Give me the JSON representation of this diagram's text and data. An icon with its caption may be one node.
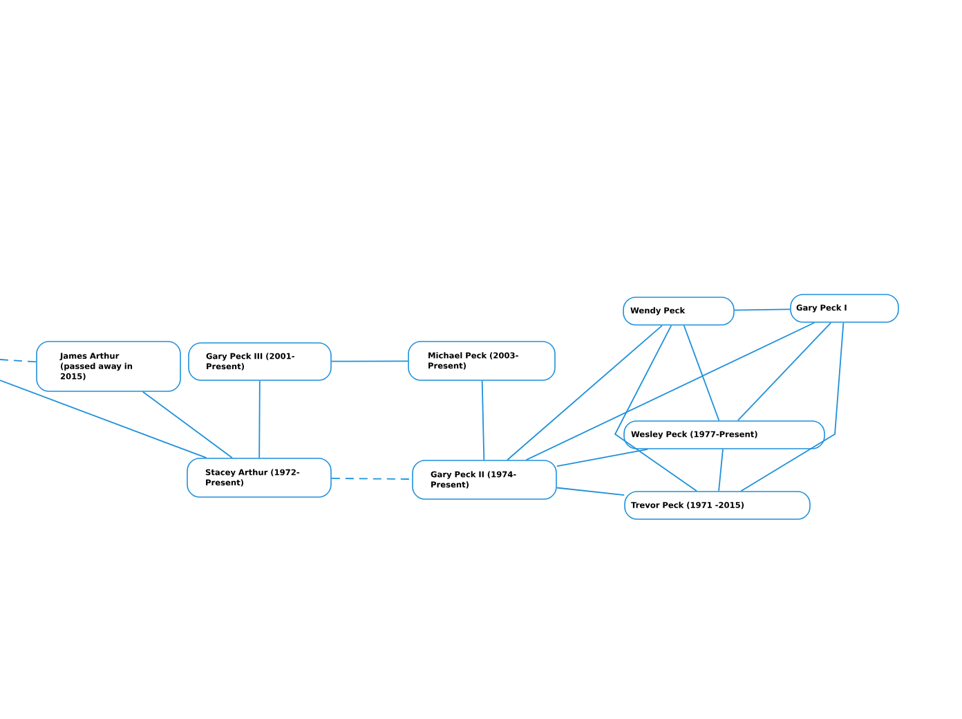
{
  "diagram": {
    "nodes": [
      {
        "text": [
          "James Arthur (passed away in 2015)"
        ]
      },
      {
        "text": [
          "Gary Peck III (2001-Present)"
        ]
      },
      {
        "text": [
          "Michael Peck (2003-Present)"
        ]
      },
      {
        "text": [
          "Stacey Arthur (1972-Present)"
        ]
      },
      {
        "text": [
          "Gary Peck II (1974-Present)"
        ]
      },
      {
        "text": [
          "Wendy Peck"
        ]
      },
      {
        "text": [
          "Gary Peck I"
        ]
      },
      {
        "text": [
          "Wesley Peck (1977-Present)"
        ]
      },
      {
        "text": [
          "Trevor Peck (1971 -2015)"
        ]
      }
    ],
    "edges": [
      {
        "from": null,
        "to": 0,
        "arrow": "none",
        "style": "dashed"
      },
      {
        "from": null,
        "to": 3,
        "arrow": "none"
      },
      {
        "from": 0,
        "to": 3,
        "arrow": "none"
      },
      {
        "from": 1,
        "to": 3,
        "arrow": "none"
      },
      {
        "from": 1,
        "to": 2,
        "arrow": "none"
      },
      {
        "from": 3,
        "to": 4,
        "arrow": "none",
        "style": "dashed"
      },
      {
        "from": 2,
        "to": 4,
        "arrow": "none"
      },
      {
        "from": 5,
        "to": 4,
        "arrow": "none"
      },
      {
        "from": 6,
        "to": 4,
        "arrow": "none"
      },
      {
        "from": 7,
        "to": 4,
        "arrow": "none"
      },
      {
        "from": 8,
        "to": 4,
        "arrow": "none"
      },
      {
        "from": 5,
        "to": 6,
        "arrow": "none"
      },
      {
        "from": 5,
        "to": 7,
        "arrow": "none"
      },
      {
        "from": 5,
        "to": 8,
        "arrow": "none"
      },
      {
        "from": 6,
        "to": 7,
        "arrow": "none"
      },
      {
        "from": 6,
        "to": 8,
        "arrow": "none"
      },
      {
        "from": 7,
        "to": 8,
        "arrow": "none"
      }
    ]
  }
}
